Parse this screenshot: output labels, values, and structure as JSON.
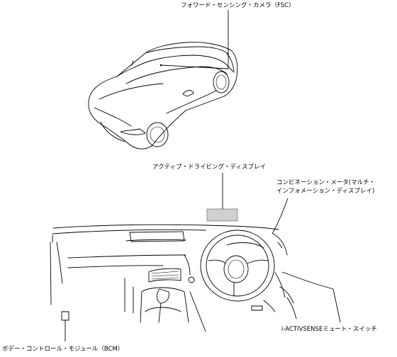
{
  "labels": {
    "fsc": "フォワード・センシング・カメラ（FSC）",
    "ads": "アクティブ・ドライビング・ディスプレイ",
    "meter_line1": "コンビネーション・メータ(マルチ・",
    "meter_line2": "インフォメーション・ディスプレイ)",
    "switch": "i-ACTIVSENSEミュート・スイッチ",
    "bcm": "ボデー・コントロール・モジュール（BCM）"
  }
}
